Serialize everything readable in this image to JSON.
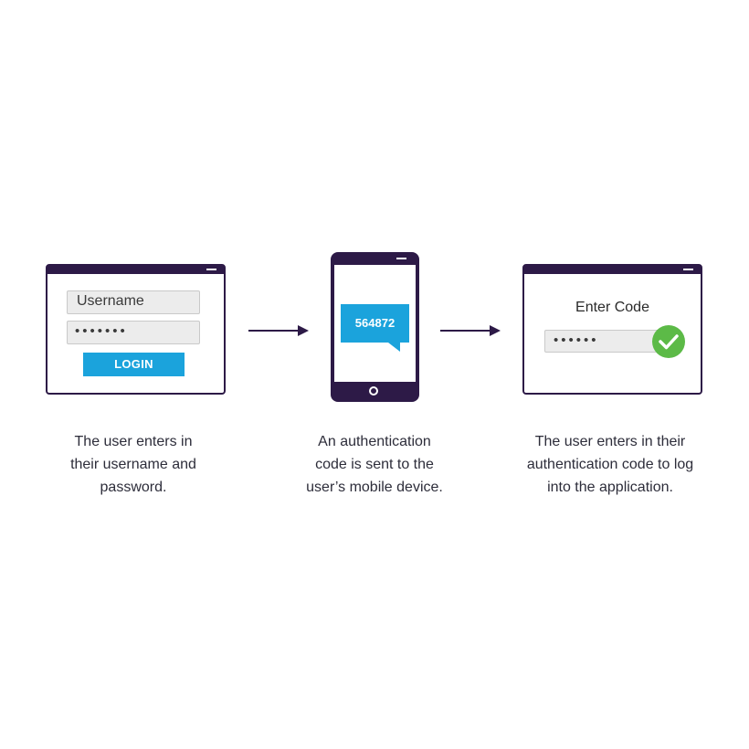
{
  "step1": {
    "username_text": "Username",
    "password_text": "•••••••",
    "login_label": "LOGIN",
    "caption_lines": [
      "The user enters in",
      "their username and",
      "password."
    ]
  },
  "step2": {
    "code_message": "564872",
    "caption_lines": [
      "An authentication",
      "code is sent to the",
      "user’s mobile device."
    ]
  },
  "step3": {
    "title": "Enter Code",
    "code_text": "••••••",
    "caption_lines": [
      "The user enters in their",
      "authentication code to log",
      "into the application."
    ]
  },
  "colors": {
    "dark_purple": "#2d1a47",
    "accent_blue": "#1ba3dc",
    "success_green": "#5cba47",
    "field_gray": "#ececec"
  },
  "icons": {
    "arrow": "arrow-right-icon",
    "check": "checkmark-icon",
    "phone": "smartphone-icon",
    "message": "chat-bubble-icon"
  }
}
